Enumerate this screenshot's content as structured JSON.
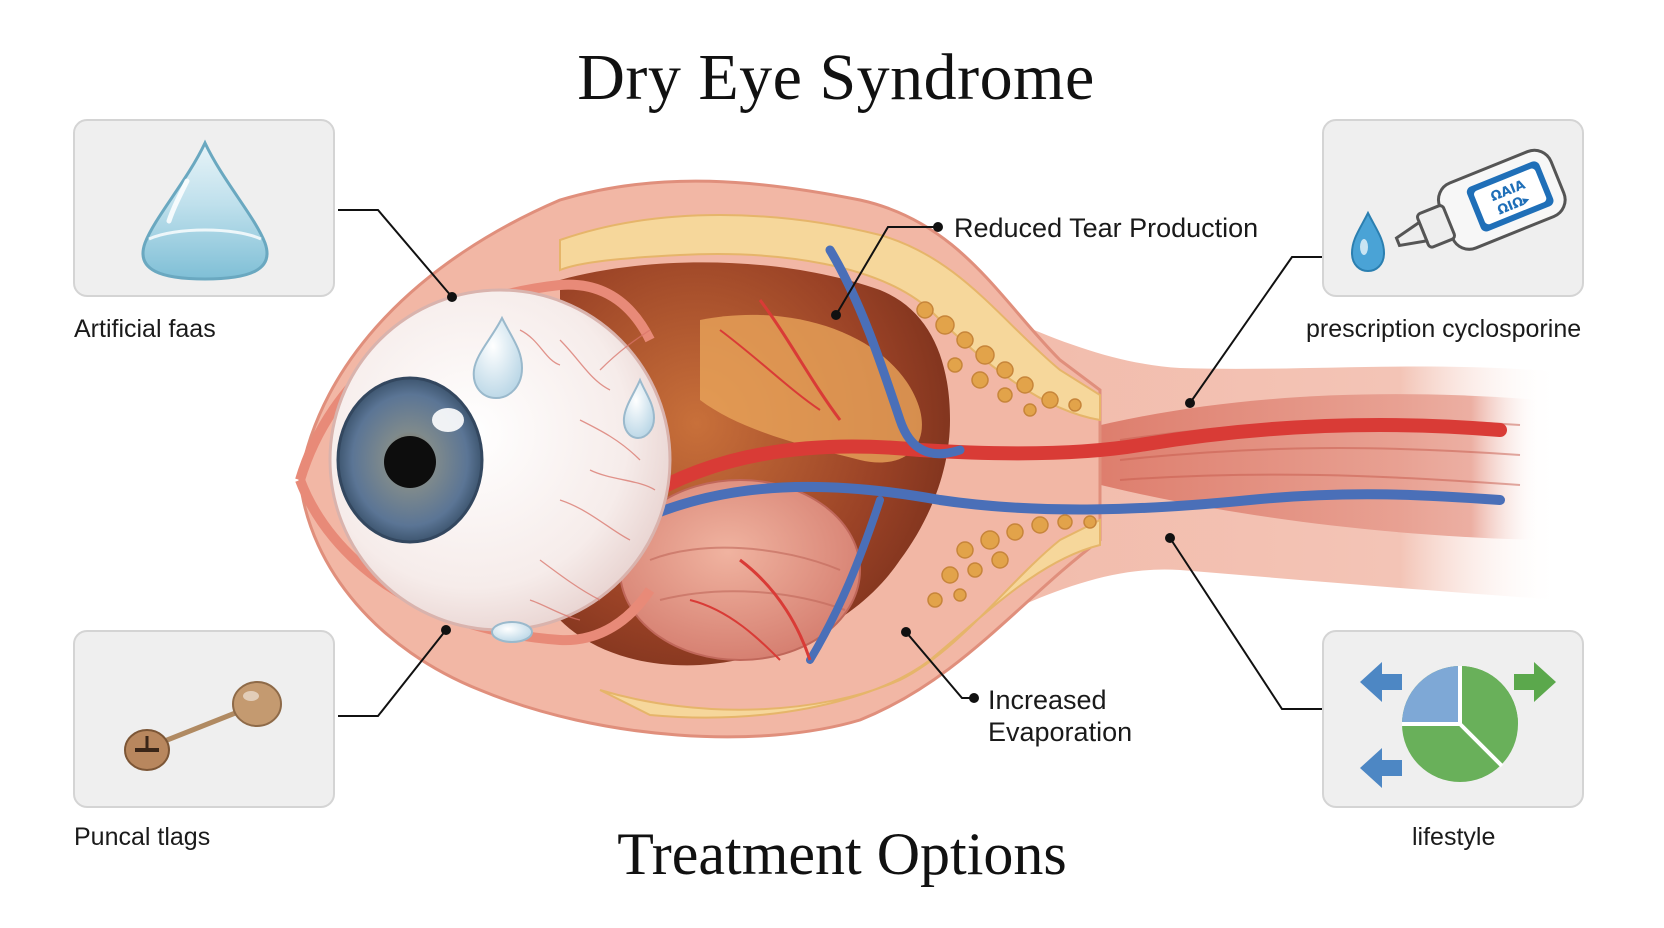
{
  "title": "Dry Eye Syndrome",
  "subtitle": "Treatment Options",
  "treatments": {
    "artificial_tears": {
      "label": "Artificial faas",
      "icon": "tear-drop-icon"
    },
    "cyclosporine": {
      "label": "prescription cyclosporine",
      "icon": "eye-drop-bottle-icon",
      "bottle_text_line1": "ΩAIA",
      "bottle_text_line2": "ΩIΩ▸"
    },
    "punctal_plugs": {
      "label": "Puncal tlags",
      "icon": "punctal-plug-icon"
    },
    "lifestyle": {
      "label": "lifestyle",
      "icon": "pie-chart-arrows-icon"
    }
  },
  "callouts": {
    "tear_production": "Reduced Tear Production",
    "evaporation_line1": "Increased",
    "evaporation_line2": "Evaporation"
  },
  "colors": {
    "box_fill": "#efefef",
    "box_border": "#d4d4d4",
    "drop_blue": "#8fcbe0",
    "skin": "#f2b7a5",
    "artery": "#d93b36",
    "vein": "#4a6fb8",
    "fat": "#e2a34a",
    "iris": "#4f6a8a",
    "pie_blue": "#7ea8d6",
    "pie_green": "#69b05a"
  }
}
